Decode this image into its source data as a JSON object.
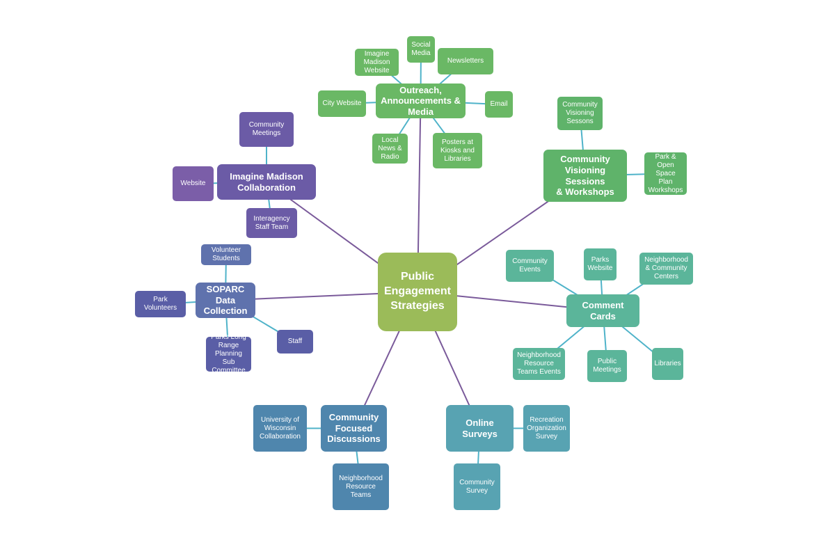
{
  "center": {
    "label": "Public\nEngagement\nStrategies",
    "color": "#9bbb59"
  },
  "colors": {
    "purple_link": "#7a5a9a",
    "green": "#6ab865",
    "green_dark": "#5fb36a",
    "teal_green": "#5bb59a",
    "teal": "#58a3b2",
    "blue": "#4f86ad",
    "slate": "#5f72ad",
    "indigo": "#5a5ea6",
    "violet": "#6b5ba6",
    "purple": "#7b5ea8",
    "connector_leaf": "#4fb3c9"
  },
  "branches": {
    "outreach": {
      "label": "Outreach,\nAnnouncements &\nMedia",
      "children": {
        "imagine_website": "Imagine\nMadison\nWebsite",
        "social_media": "Social\nMedia",
        "newsletters": "Newsletters",
        "city_website": "City Website",
        "email": "Email",
        "local_news": "Local\nNews &\nRadio",
        "posters": "Posters at\nKiosks and\nLibraries"
      }
    },
    "visioning": {
      "label": "Community\nVisioning Sessions\n& Workshops",
      "children": {
        "community_visioning": "Community\nVisioning\nSessons",
        "park_open_space": "Park &\nOpen Space\nPlan\nWorkshops"
      }
    },
    "comment_cards": {
      "label": "Comment Cards",
      "children": {
        "community_events": "Community\nEvents",
        "parks_website": "Parks\nWebsite",
        "neighborhood_centers": "Neighborhood\n& Community\nCenters",
        "nrt_events": "Neighborhood\nResource\nTeams Events",
        "public_meetings": "Public\nMeetings",
        "libraries": "Libraries"
      }
    },
    "online_surveys": {
      "label": "Online Surveys",
      "children": {
        "recreation_survey": "Recreation\nOrganization\nSurvey",
        "community_survey": "Community\nSurvey"
      }
    },
    "focused_discussions": {
      "label": "Community\nFocused\nDiscussions",
      "children": {
        "uw_collaboration": "University of\nWisconsin\nCollaboration",
        "nrt": "Neighborhood\nResource Teams"
      }
    },
    "soparc": {
      "label": "SOPARC Data\nCollection",
      "children": {
        "volunteer_students": "Volunteer\nStudents",
        "park_volunteers": "Park\nVolunteers",
        "staff": "Staff",
        "parks_long_range": "Parks Long\nRange\nPlanning Sub\nCommittee"
      }
    },
    "imagine_madison": {
      "label": "Imagine Madison\nCollaboration",
      "children": {
        "community_meetings": "Community\nMeetings",
        "website": "Website",
        "interagency": "Interagency\nStaff Team"
      }
    }
  }
}
